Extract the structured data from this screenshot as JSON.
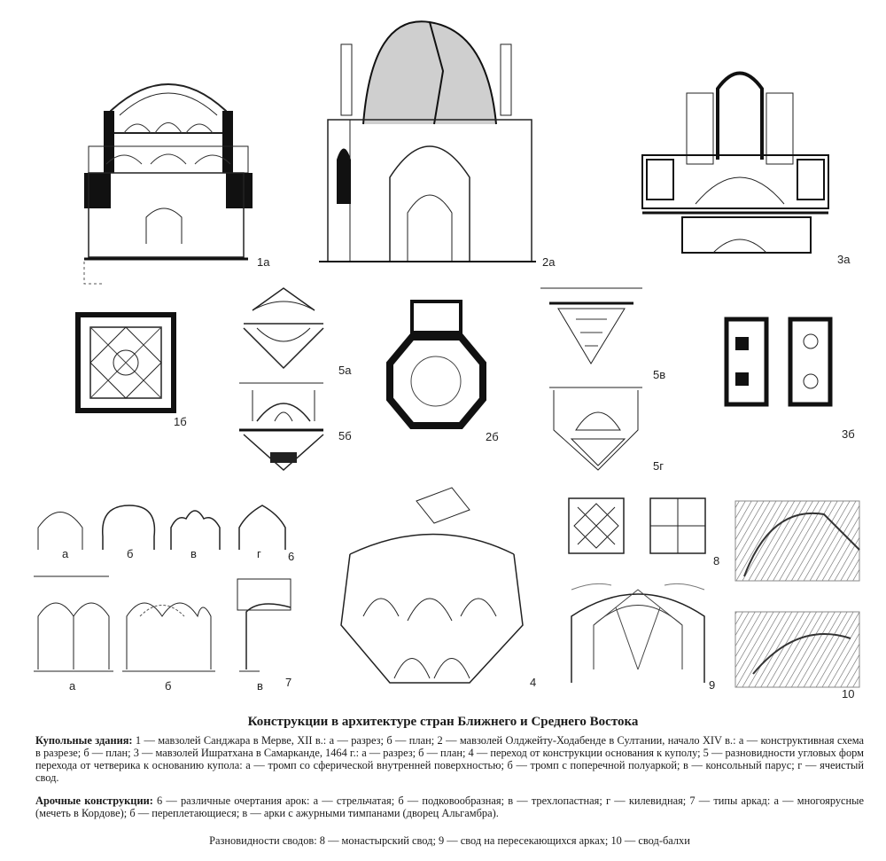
{
  "figure_labels": {
    "f1a": "1а",
    "f2a": "2а",
    "f3a": "3а",
    "f1b": "1б",
    "f2b": "2б",
    "f3b": "3б",
    "f5a": "5а",
    "f5b": "5б",
    "f5v": "5в",
    "f5g": "5г",
    "f6": "6",
    "f6a": "а",
    "f6b": "б",
    "f6v": "в",
    "f6g": "г",
    "f7": "7",
    "f7a": "а",
    "f7b": "б",
    "f7v": "в",
    "f4": "4",
    "f8": "8",
    "f9": "9",
    "f10": "10"
  },
  "caption": {
    "title": "Конструкции в архитектуре стран Ближнего и Среднего Востока",
    "p1_head": "Купольные здания:",
    "p1_text": " 1 — мавзолей Санджара в Мерве, XII в.: а — разрез; б — план; 2 — мавзолей Олджейту-Ходабенде в Султании, начало XIV в.: а — конструктивная схема в разрезе; б — план; 3 — мавзолей Ишратхана в Самарканде, 1464 г.: а — разрез; б — план; 4 — переход от конструкции основания к куполу; 5 — разновидности угловых форм перехода от четверика к основанию купола: а — тромп со сферической внутренней поверхностью; б — тромп с поперечной полуаркой; в — консольный парус; г — ячеистый свод.",
    "p2_head": "Арочные конструкции:",
    "p2_text": " 6 — различные очертания арок: а — стрельчатая; б — подковообразная; в — трехлопастная; г — килевидная; 7 — типы аркад: а — многоярусные (мечеть в Кордове); б — переплетающиеся; в — арки с ажурными тимпанами (дворец Альгамбра).",
    "p3_text": "Разновидности сводов: 8 — монастырский свод; 9 — свод на пересекающихся арках; 10 — свод-балхи"
  }
}
